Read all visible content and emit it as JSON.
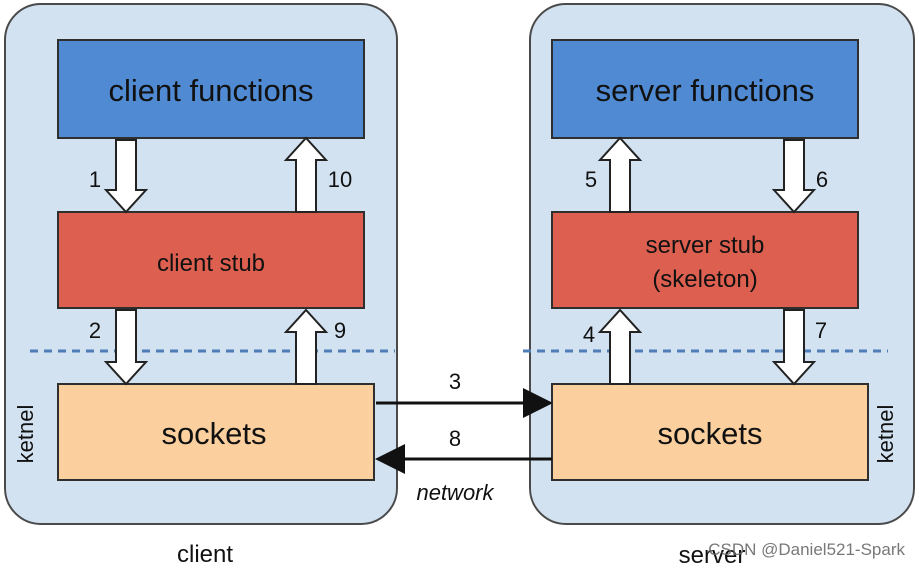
{
  "diagram": {
    "client": {
      "label": "client",
      "functions": "client functions",
      "stub": "client stub",
      "sockets": "sockets",
      "kernel": "ketnel"
    },
    "server": {
      "label": "server",
      "functions": "server functions",
      "stub_line1": "server stub",
      "stub_line2": "(skeleton)",
      "sockets": "sockets",
      "kernel": "ketnel"
    },
    "steps": {
      "s1": "1",
      "s2": "2",
      "s3": "3",
      "s4": "4",
      "s5": "5",
      "s6": "6",
      "s7": "7",
      "s8": "8",
      "s9": "9",
      "s10": "10"
    },
    "network_label": "network",
    "watermark": "CSDN @Daniel521-Spark"
  },
  "colors": {
    "panel_fill": "#d3e2f1",
    "panel_stroke": "#4a4a4a",
    "functions_fill": "#4f8ad2",
    "stub_fill": "#dd5f4f",
    "sockets_fill": "#fbcf9e",
    "box_stroke": "#2f2f2f",
    "dashed_line": "#4f7db8"
  }
}
